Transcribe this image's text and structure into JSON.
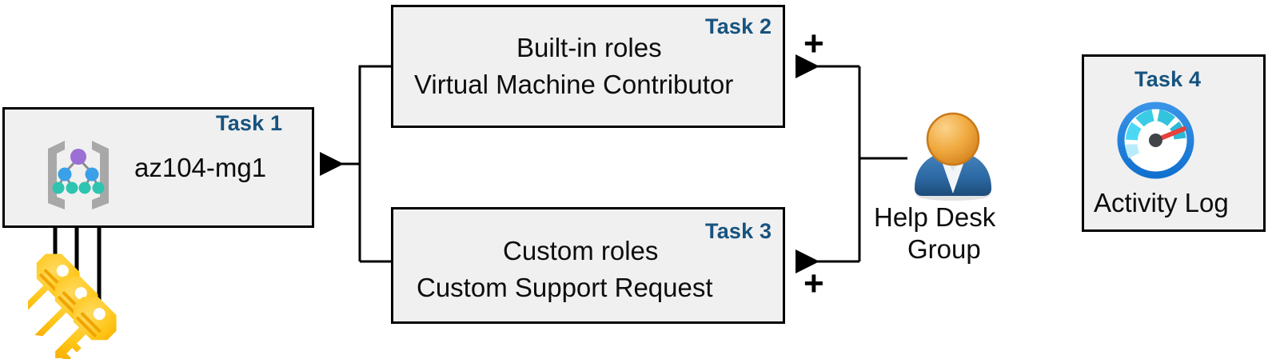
{
  "diagram": {
    "title": "Azure RBAC role assignment task diagram",
    "accent_color": "#17537f",
    "box_fill": "#f0f0f0",
    "box_border": "#000000",
    "line_color": "#000000"
  },
  "tasks": [
    {
      "id": "task1",
      "label": "Task 1",
      "line1": "az104-mg1",
      "line2": "",
      "icon": "management-group-icon"
    },
    {
      "id": "task2",
      "label": "Task 2",
      "line1": "Built-in roles",
      "line2": "Virtual Machine Contributor",
      "icon": ""
    },
    {
      "id": "task3",
      "label": "Task 3",
      "line1": "Custom roles",
      "line2": "Custom Support Request",
      "icon": ""
    },
    {
      "id": "task4",
      "label": "Task 4",
      "line1": "Activity Log",
      "line2": "",
      "icon": "activity-log-gauge-icon"
    }
  ],
  "actor": {
    "name_line1": "Help Desk",
    "name_line2": "Group",
    "icon": "user-group-icon"
  },
  "operators": {
    "plus_top": "+",
    "plus_bottom": "+"
  },
  "assets": {
    "keys_icon": "three-keys-icon",
    "key_color": "#ffc20e",
    "person_head_color": "#efa642",
    "person_body_color": "#2d6ca8",
    "gauge_ring_color": "#1c7fdc",
    "gauge_needle_color": "#e8403a",
    "mg_root_node_color": "#9b6fd4",
    "mg_mid_node_color": "#3aa0e8",
    "mg_leaf_node_color": "#2ec4b0",
    "mg_bracket_color": "#a0a0a0"
  }
}
